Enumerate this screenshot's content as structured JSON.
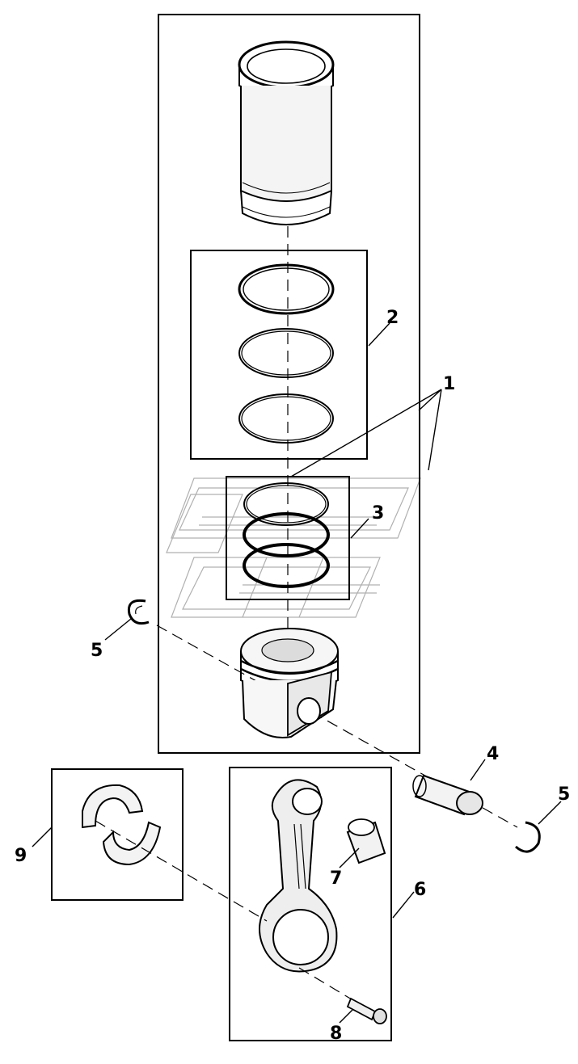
{
  "diagram": {
    "callouts": {
      "c1": "1",
      "c2": "2",
      "c3": "3",
      "c4": "4",
      "c5a": "5",
      "c5b": "5",
      "c6": "6",
      "c7": "7",
      "c8": "8",
      "c9": "9"
    },
    "parts": [
      "cylinder-liner",
      "piston-ring-set-upper",
      "piston-ring-set-lower",
      "piston",
      "piston-pin",
      "snap-ring",
      "connecting-rod",
      "small-end-bushing",
      "rod-bolt",
      "bearing-shells"
    ],
    "watermark_icon": "logo-watermark",
    "colors": {
      "line": "#000000",
      "watermark": "#b0b0b0",
      "background": "#ffffff"
    }
  }
}
